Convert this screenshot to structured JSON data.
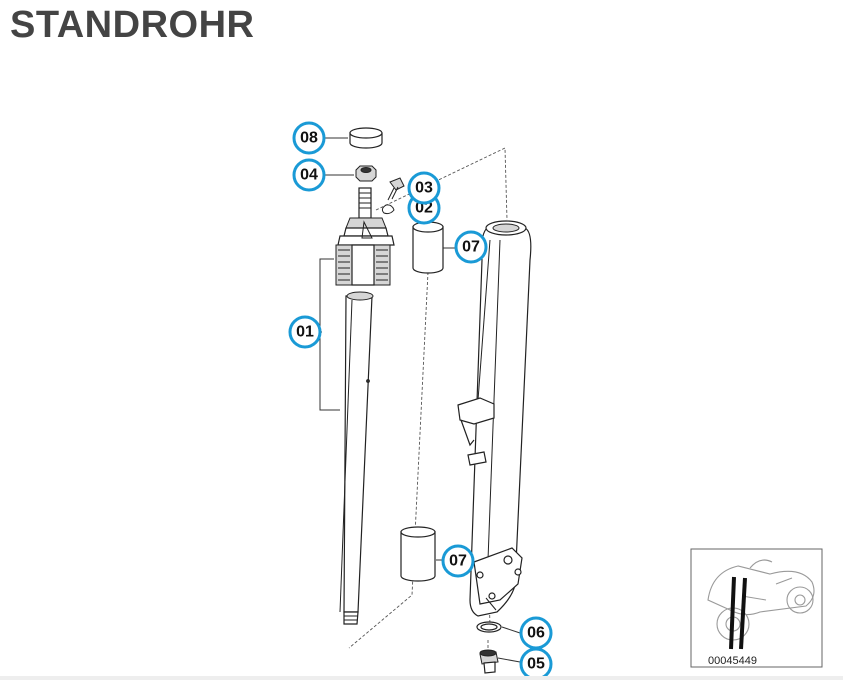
{
  "header": {
    "title": "STANDROHR"
  },
  "callouts": [
    {
      "id": "08",
      "label": "08"
    },
    {
      "id": "04",
      "label": "04"
    },
    {
      "id": "03",
      "label": "03"
    },
    {
      "id": "02",
      "label": "02"
    },
    {
      "id": "07a",
      "label": "07"
    },
    {
      "id": "01",
      "label": "01"
    },
    {
      "id": "07b",
      "label": "07"
    },
    {
      "id": "06",
      "label": "06"
    },
    {
      "id": "05",
      "label": "05"
    }
  ],
  "thumbnail": {
    "code": "00045449"
  },
  "colors": {
    "callout_ring": "#1a9ad6",
    "title": "#444444"
  }
}
